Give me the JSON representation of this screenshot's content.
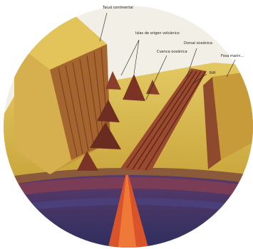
{
  "labels": {
    "taluz": "Talud continental",
    "islas": "Islas de origen volcánico",
    "cuenca": "Cuenca oceánica",
    "dorsal": "Dorsal oceánica",
    "rift": "Rift",
    "fosa": "Fosa marin..."
  },
  "colors": {
    "sand": "#d9b94a",
    "sand_light": "#e6cf6a",
    "rock": "#8a3f2a",
    "mantle": "#3a3a66",
    "magma": "#d9542a"
  }
}
